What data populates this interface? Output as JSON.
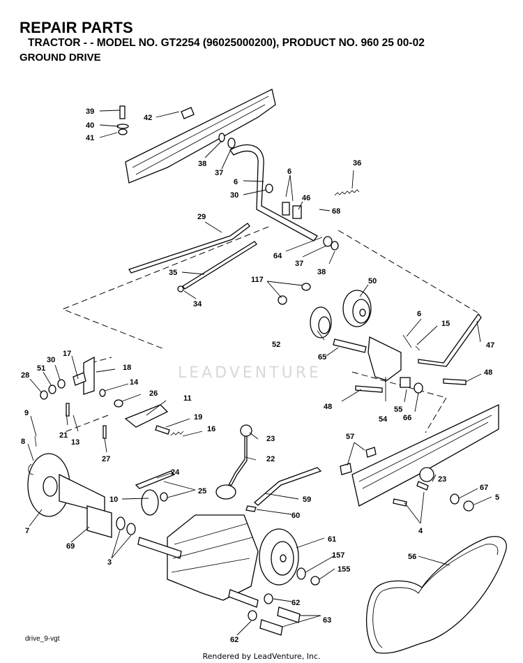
{
  "header": {
    "title": "REPAIR PARTS",
    "subtitle": "TRACTOR - - MODEL NO. GT2254 (96025000200), PRODUCT NO. 960 25 00-02",
    "section": "GROUND DRIVE"
  },
  "watermark": "LEADVENTURE",
  "footer": {
    "drawing_id": "drive_9-vgt",
    "rendered_by": "Rendered by LeadVenture, Inc."
  },
  "callouts": {
    "p39": "39",
    "p40": "40",
    "p41": "41",
    "p42": "42",
    "p38a": "38",
    "p37a": "37",
    "p6a": "6",
    "p6b": "6",
    "p30a": "30",
    "p36": "36",
    "p46": "46",
    "p68": "68",
    "p29": "29",
    "p64": "64",
    "p37b": "37",
    "p38b": "38",
    "p35": "35",
    "p34": "34",
    "p117": "117",
    "p50": "50",
    "p6c": "6",
    "p15": "15",
    "p52": "52",
    "p65": "65",
    "p47": "47",
    "p48a": "48",
    "p48b": "48",
    "p55": "55",
    "p66": "66",
    "p54": "54",
    "p17": "17",
    "p30b": "30",
    "p28": "28",
    "p51": "51",
    "p18": "18",
    "p14": "14",
    "p26": "26",
    "p11": "11",
    "p9": "9",
    "p21": "21",
    "p13": "13",
    "p19": "19",
    "p16": "16",
    "p8": "8",
    "p27": "27",
    "p23a": "23",
    "p22": "22",
    "p57": "57",
    "p24": "24",
    "p25": "25",
    "p23b": "23",
    "p10": "10",
    "p59": "59",
    "p67": "67",
    "p5": "5",
    "p60": "60",
    "p7": "7",
    "p4": "4",
    "p69": "69",
    "p61": "61",
    "p3": "3",
    "p157": "157",
    "p155": "155",
    "p56": "56",
    "p62a": "62",
    "p63": "63",
    "p62b": "62"
  }
}
